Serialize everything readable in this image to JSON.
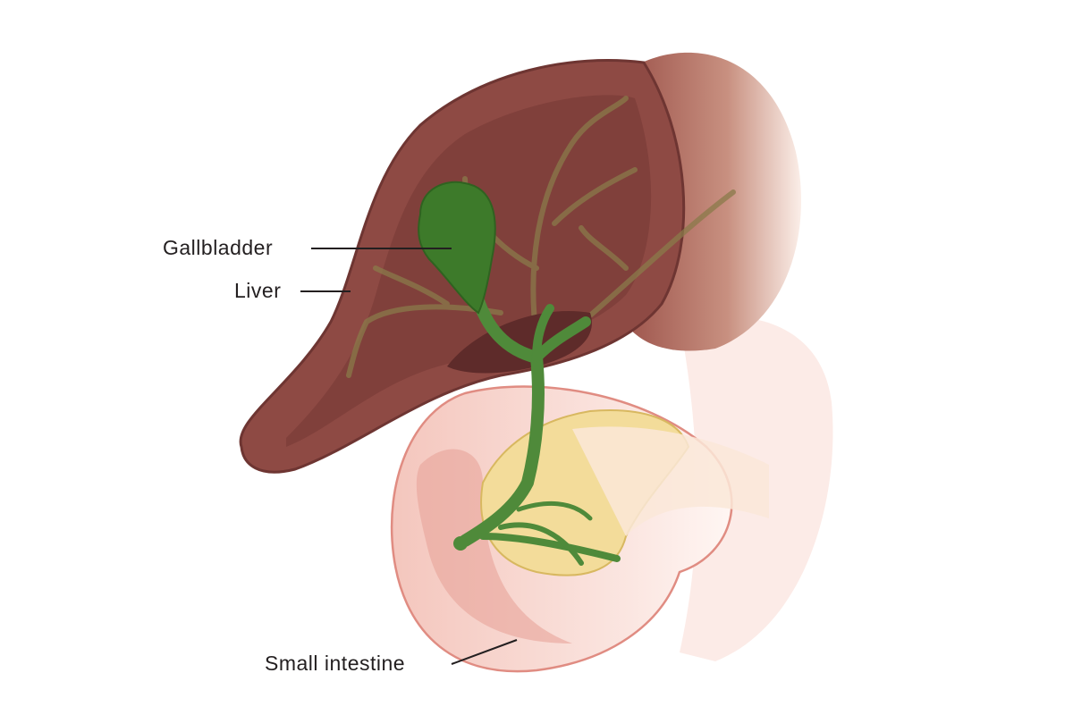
{
  "labels": {
    "gallbladder": "Gallbladder",
    "liver": "Liver",
    "small_intestine": "Small intestine"
  },
  "colors": {
    "liver": "#8e4a44",
    "liver_dark": "#6e3532",
    "gallbladder": "#3d7a2a",
    "bile_duct": "#4f8a3a",
    "pancreas": "#f3dc9a",
    "intestine": "#f6d2cb",
    "outline": "#e08c82"
  }
}
